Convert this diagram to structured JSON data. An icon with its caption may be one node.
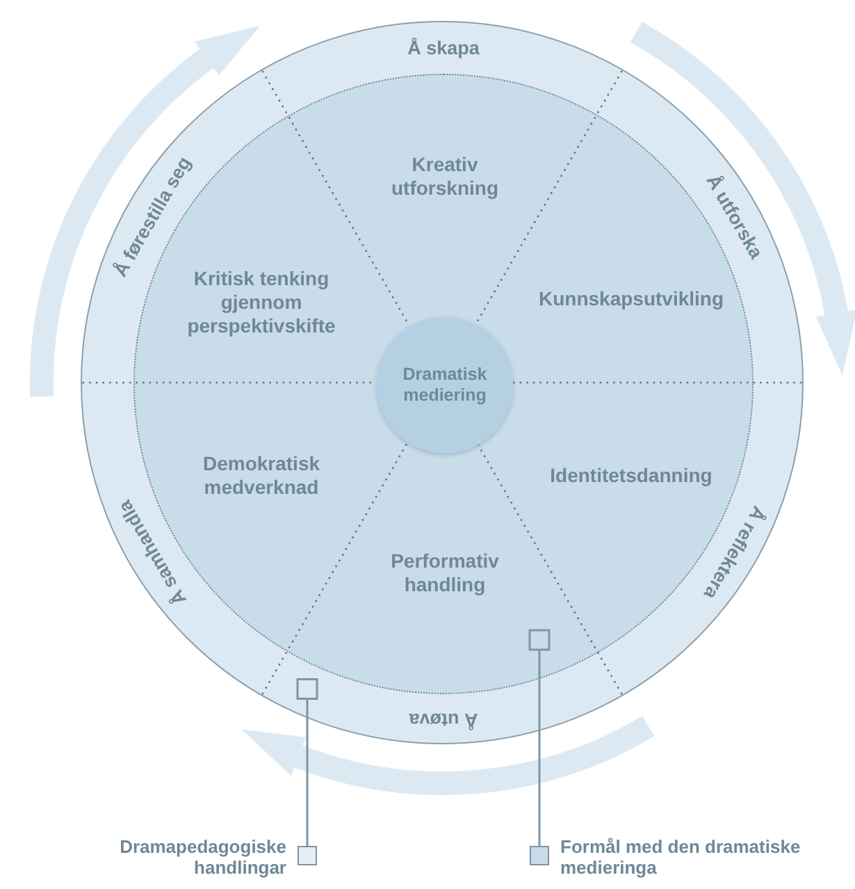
{
  "diagram": {
    "nodes": [
      {
        "text": [],
        "shape": "circle"
      },
      {
        "text": [
          "Å skapa"
        ],
        "in": 0
      },
      {
        "text": [
          "Å utforska"
        ],
        "in": 0
      },
      {
        "text": [
          "Å reflektera"
        ],
        "in": 0
      },
      {
        "text": [
          "Å utøva"
        ],
        "in": 0
      },
      {
        "text": [
          "Å samhandla"
        ],
        "in": 0
      },
      {
        "text": [
          "Å førestilla seg"
        ],
        "in": 0
      },
      {
        "text": [],
        "shape": "circle",
        "in": 0
      },
      {
        "text": [
          "Kreativ utforskning"
        ],
        "in": 7
      },
      {
        "text": [
          "Kunnskapsutvikling"
        ],
        "in": 7
      },
      {
        "text": [
          "Identitetsdanning"
        ],
        "in": 7
      },
      {
        "text": [
          "Performativ handling"
        ],
        "in": 7
      },
      {
        "text": [
          "Demokratisk medverknad"
        ],
        "in": 7
      },
      {
        "text": [
          "Kritisk tenking gjennom perspektivskifte"
        ],
        "in": 7
      },
      {
        "text": [
          "Dramatisk mediering"
        ],
        "in": 7
      },
      {
        "text": [
          "Dramapedagogiske handlingar"
        ]
      },
      {
        "text": [
          "Formål med den dramatiske medieringa"
        ]
      }
    ],
    "edges": [
      {
        "from": 15,
        "to": 0,
        "arrow": "other"
      },
      {
        "from": 16,
        "to": 7,
        "arrow": "other"
      }
    ]
  }
}
